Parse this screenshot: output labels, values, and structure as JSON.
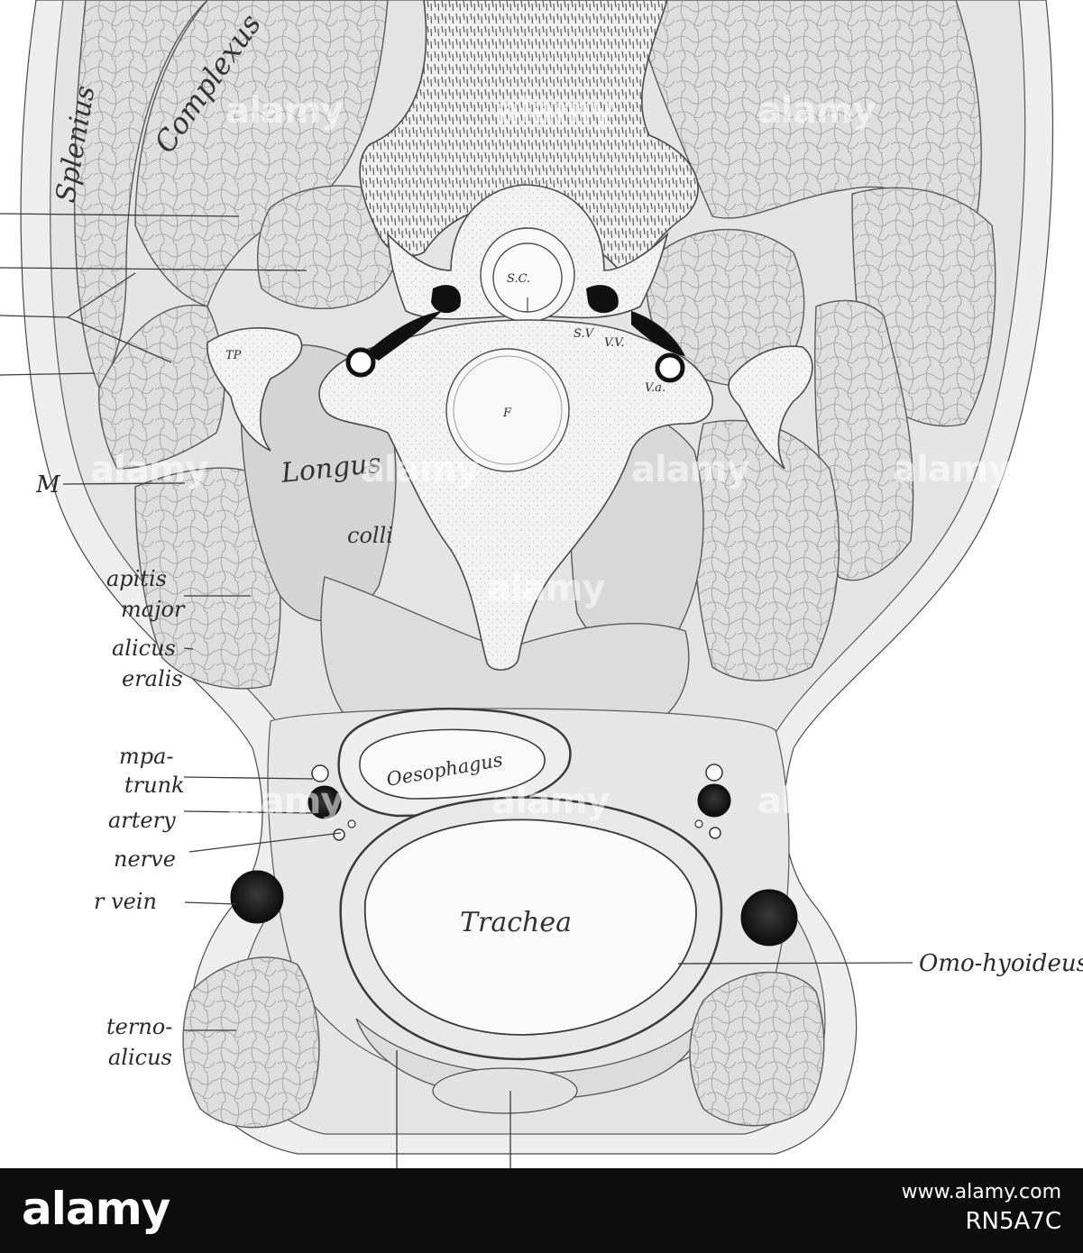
{
  "figure": {
    "muscle_labels": {
      "splenius": "Splenius",
      "complexus": "Complexus",
      "longus": "Longus",
      "colli": "colli",
      "omo_hyoideus": "Omo-hyoideus"
    },
    "structure_labels": {
      "spinal_cord": "S.C.",
      "sv": "S.V",
      "vv": "V.V.",
      "va": "V.a.",
      "tp": "TP",
      "f": "F",
      "oesophagus": "Oesophagus",
      "trachea": "Trachea"
    },
    "left_cut_labels": {
      "m": "M",
      "capitis": "apitis",
      "major": "major",
      "alicus_1": "alicus",
      "eralis": "eralis",
      "mpa": "mpa-",
      "trunk": "trunk",
      "artery": "artery",
      "nerve": "nerve",
      "vein": "r vein",
      "sterno": "terno-",
      "alicus_2": "alicus"
    }
  },
  "watermark": {
    "text": "alamy",
    "color": "#ffffff"
  },
  "footer": {
    "logo": "alamy",
    "image_id": "RN5A7C",
    "url": "www.alamy.com",
    "background": "#0d0d0d"
  }
}
